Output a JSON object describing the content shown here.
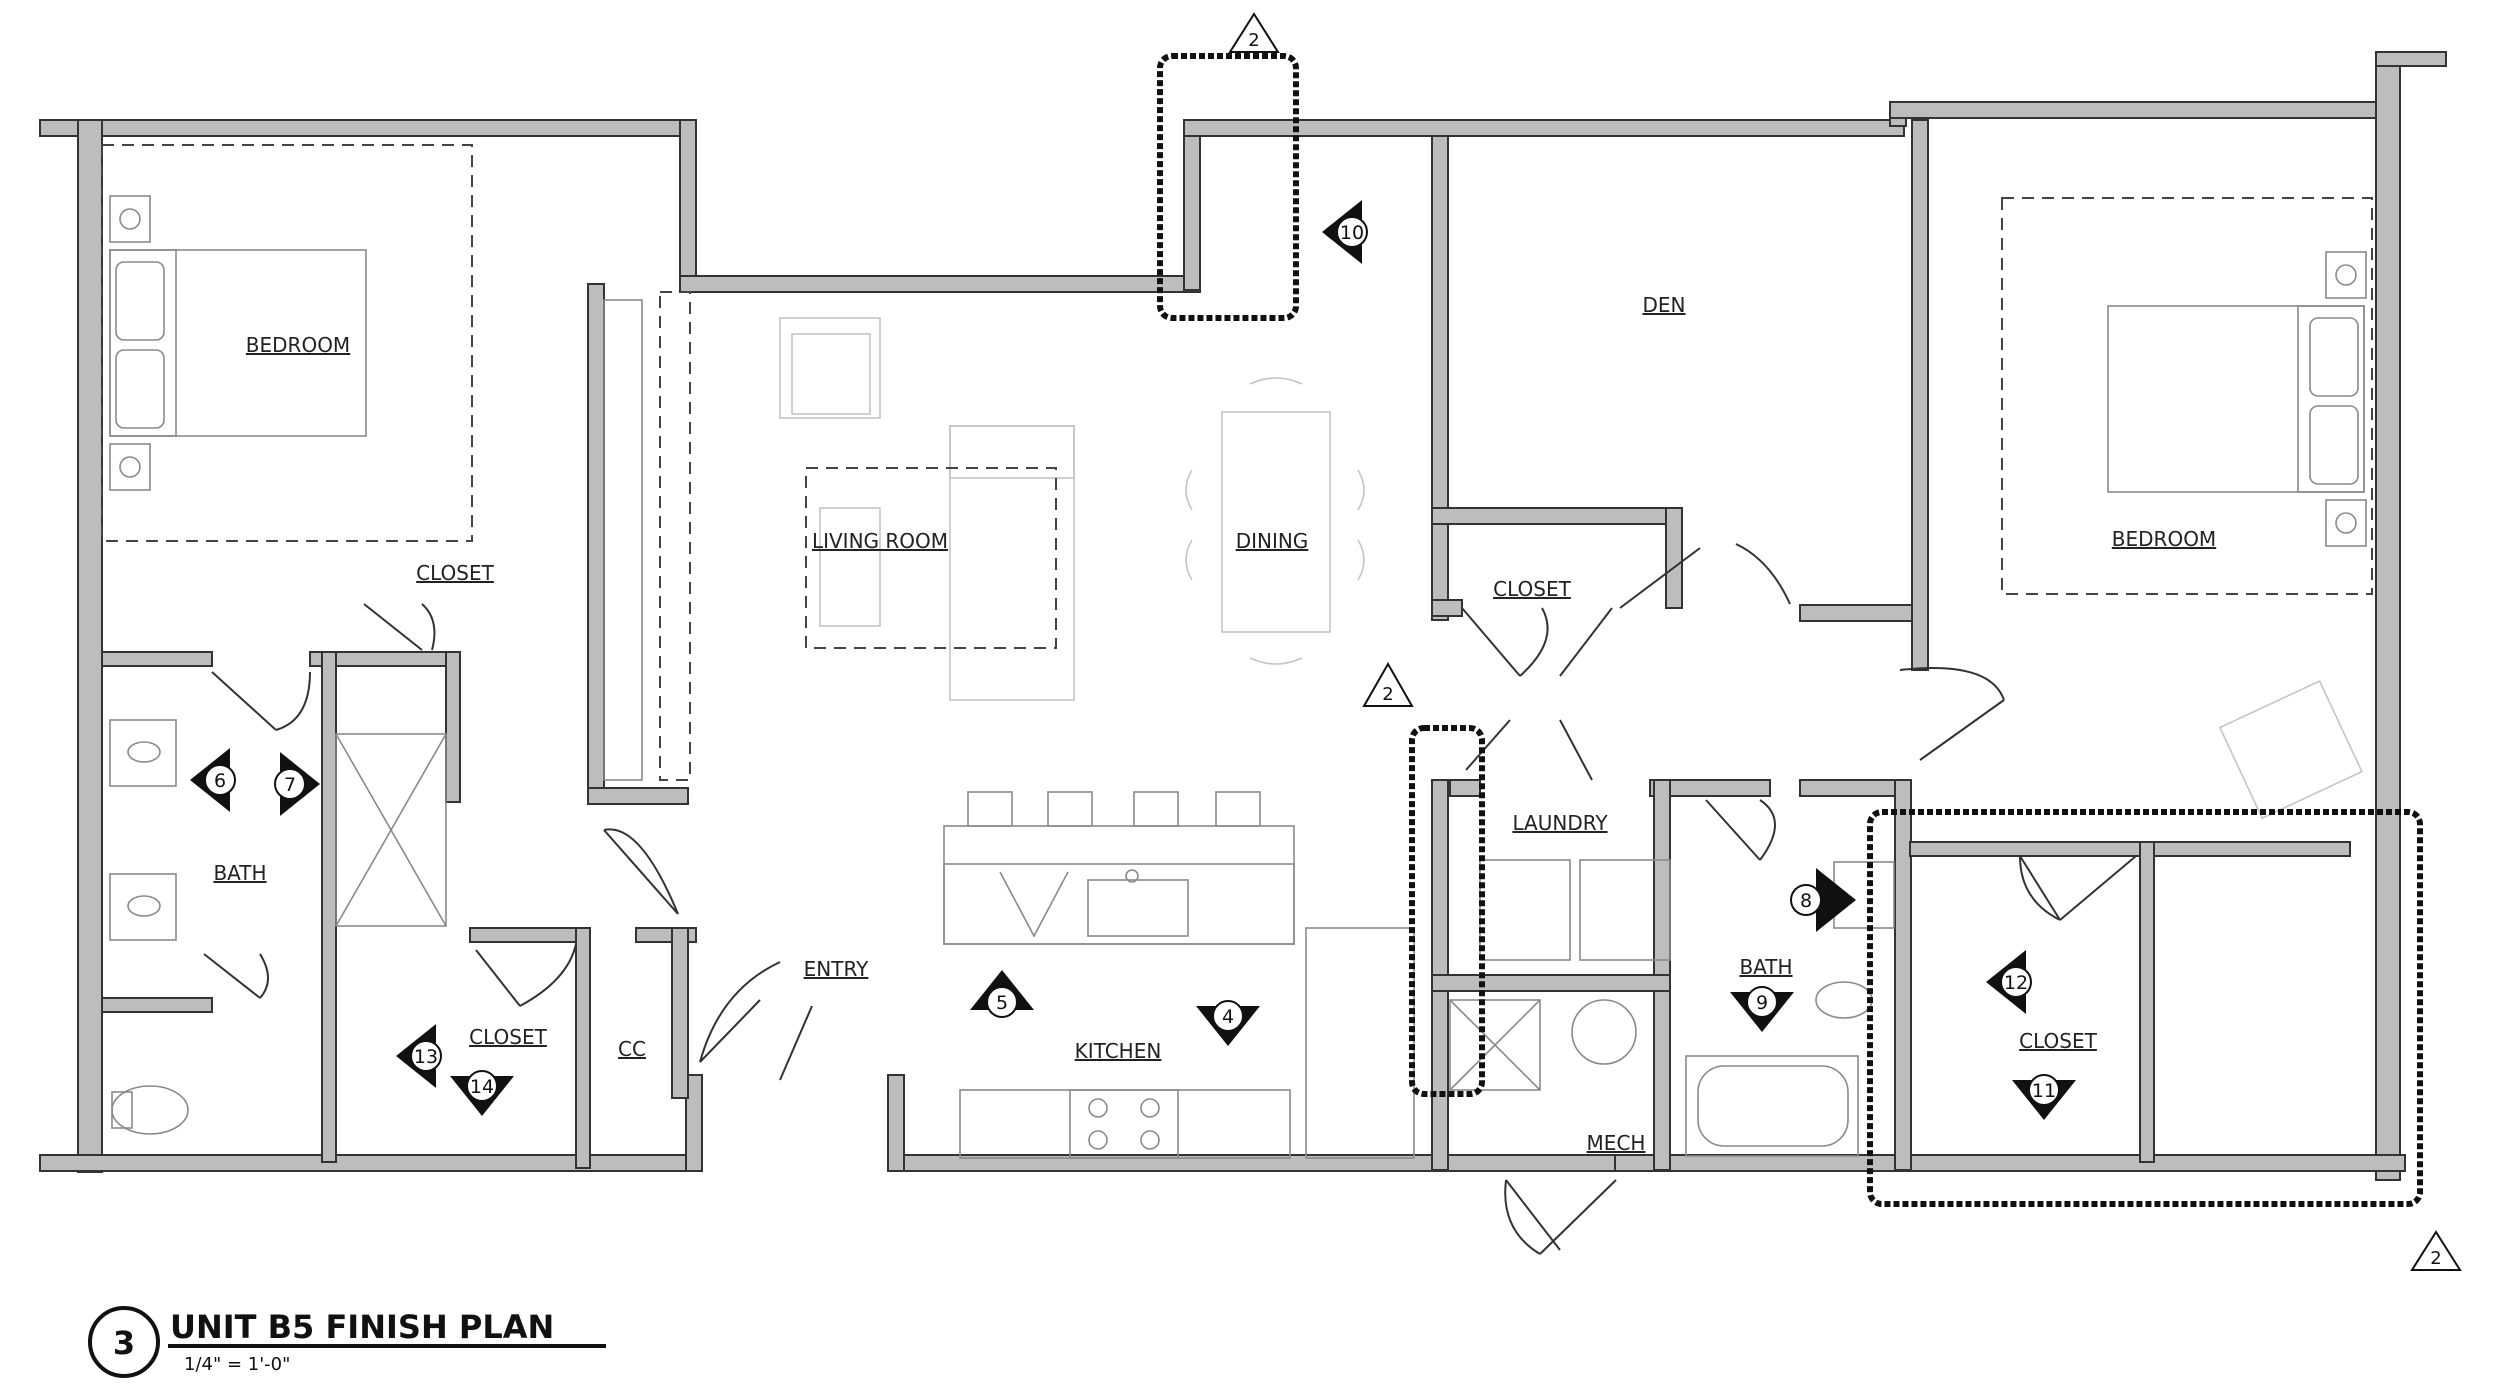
{
  "title_block": {
    "drawing_number": "3",
    "title": "UNIT B5 FINISH PLAN",
    "scale": "1/4\" = 1'-0\""
  },
  "rooms": {
    "bedroom_left": "BEDROOM",
    "closet_left_top": "CLOSET",
    "bath_left": "BATH",
    "closet_left_bottom": "CLOSET",
    "cc": "CC",
    "living_room": "LIVING ROOM",
    "dining": "DINING",
    "entry": "ENTRY",
    "kitchen": "KITCHEN",
    "den": "DEN",
    "closet_center": "CLOSET",
    "laundry": "LAUNDRY",
    "mech": "MECH",
    "bath_right": "BATH",
    "bedroom_right": "BEDROOM",
    "closet_right": "CLOSET"
  },
  "elevation_tags": {
    "t4": "4",
    "t5": "5",
    "t6": "6",
    "t7": "7",
    "t8": "8",
    "t9": "9",
    "t10": "10",
    "t11": "11",
    "t12": "12",
    "t13": "13",
    "t14": "14"
  },
  "revisions": {
    "top": "2",
    "center": "2",
    "bottom_right": "2"
  }
}
